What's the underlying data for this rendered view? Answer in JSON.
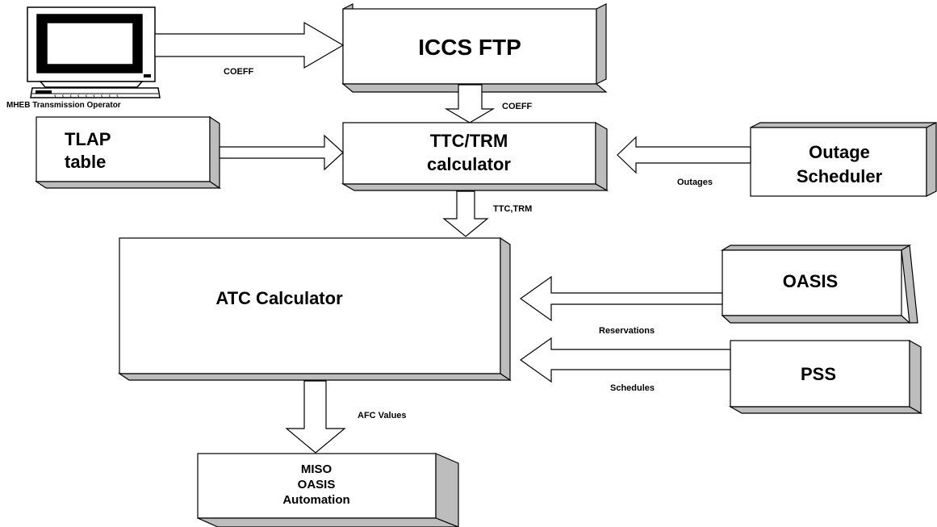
{
  "operator": {
    "caption": "MHEB Transmission Operator"
  },
  "boxes": {
    "iccs_ftp": {
      "line1": "ICCS FTP"
    },
    "tlap": {
      "line1": "TLAP",
      "line2": "table"
    },
    "ttc_trm": {
      "line1": "TTC/TRM",
      "line2": "calculator"
    },
    "outage": {
      "line1": "Outage",
      "line2": "Scheduler"
    },
    "atc": {
      "line1": "ATC Calculator"
    },
    "oasis": {
      "line1": "OASIS"
    },
    "pss": {
      "line1": "PSS"
    },
    "miso": {
      "line1": "MISO",
      "line2": "OASIS",
      "line3": "Automation"
    }
  },
  "edges": {
    "operator_to_iccs": "COEFF",
    "iccs_to_ttc": "COEFF",
    "outage_to_ttc": "Outages",
    "ttc_to_atc": "TTC,TRM",
    "oasis_to_atc": "Reservations",
    "pss_to_atc": "Schedules",
    "atc_to_miso": "AFC Values"
  },
  "colors": {
    "box_fill": "#ffffff",
    "box_side": "#bdbdbd",
    "stroke": "#000000",
    "screen": "#000000"
  }
}
